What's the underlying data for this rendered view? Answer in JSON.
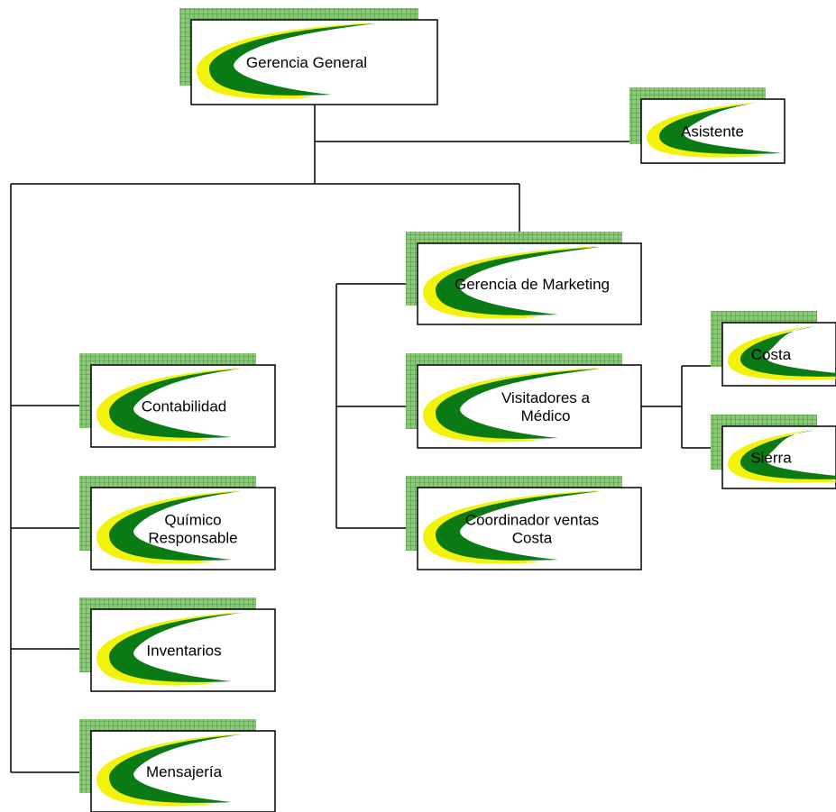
{
  "chart": {
    "colors": {
      "grid_fill": "#8cc878",
      "grid_line": "#2e8b2e",
      "swoosh_green": "#0a7a14",
      "swoosh_yellow": "#f2f20a",
      "line": "#000000",
      "box_border": "#000000"
    },
    "nodes": [
      {
        "id": "gerencia-general",
        "lines": [
          "Gerencia General"
        ]
      },
      {
        "id": "asistente",
        "lines": [
          "Asistente"
        ]
      },
      {
        "id": "gerencia-marketing",
        "lines": [
          "Gerencia de Marketing"
        ]
      },
      {
        "id": "visitadores",
        "lines": [
          "Visitadores a",
          "Médico"
        ]
      },
      {
        "id": "coordinador",
        "lines": [
          "Coordinador ventas",
          "Costa"
        ]
      },
      {
        "id": "costa",
        "lines": [
          "Costa"
        ]
      },
      {
        "id": "sierra",
        "lines": [
          "Sierra"
        ]
      },
      {
        "id": "contabilidad",
        "lines": [
          "Contabilidad"
        ]
      },
      {
        "id": "quimico",
        "lines": [
          "Químico",
          "Responsable"
        ]
      },
      {
        "id": "inventarios",
        "lines": [
          "Inventarios"
        ]
      },
      {
        "id": "mensajeria",
        "lines": [
          "Mensajería"
        ]
      }
    ]
  }
}
